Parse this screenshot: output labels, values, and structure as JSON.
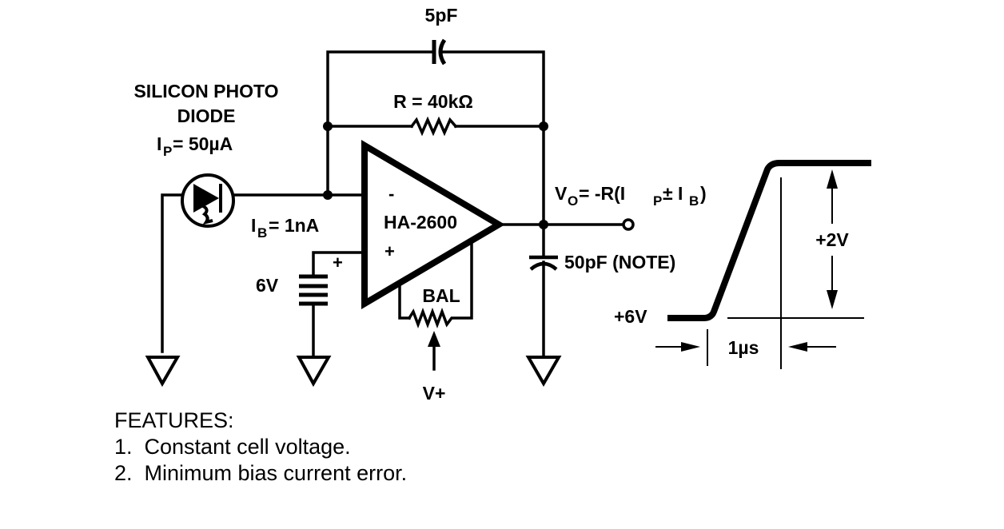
{
  "diagram": {
    "type": "photodiode amplifier schematic",
    "feedback_capacitor": {
      "label": "5pF"
    },
    "feedback_resistor": {
      "label": "R = 40kΩ"
    },
    "photodiode": {
      "title_line1": "SILICON PHOTO",
      "title_line2": "DIODE",
      "current_symbol": "I",
      "current_subscript": "P",
      "current_value": " = 50µA"
    },
    "bias_current": {
      "symbol": "I",
      "subscript": "B",
      "value": " = 1nA"
    },
    "opamp": {
      "name": "HA-2600",
      "inverting_sign": "-",
      "noninverting_sign": "+"
    },
    "battery": {
      "label": "6V",
      "polarity": "+"
    },
    "balance": {
      "label": "BAL",
      "supply_label": "V+"
    },
    "output": {
      "formula_v": "V",
      "formula_v_sub": "O",
      "formula_mid": " = -R(I",
      "formula_p_sub": "P",
      "formula_pm": " ± I",
      "formula_b_sub": "B",
      "formula_end": ")"
    },
    "load_capacitor": {
      "label": "50pF (NOTE)"
    },
    "waveform": {
      "baseline_label": "+6V",
      "step_label": "+2V",
      "time_label": "1µs"
    }
  },
  "features": {
    "heading": "FEATURES:",
    "items": [
      "1.  Constant cell voltage.",
      "2.  Minimum bias current error."
    ]
  }
}
